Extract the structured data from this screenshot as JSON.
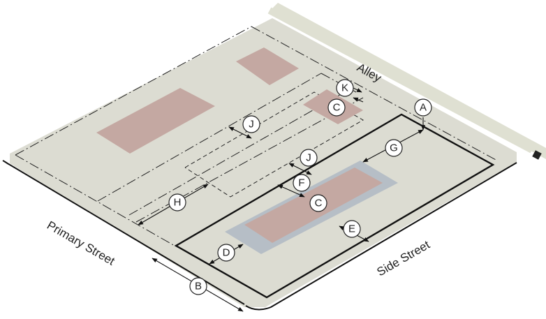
{
  "streets": {
    "alley": "Alley",
    "primary": "Primary Street",
    "side": "Side Street"
  },
  "callouts": [
    "A",
    "B",
    "C",
    "D",
    "E",
    "F",
    "G",
    "H",
    "J",
    "K"
  ],
  "colors": {
    "ground": "#dcdcd2",
    "building": "#c4a8a2",
    "pad": "#b6bec6",
    "edge": "#111111",
    "alley_strip": "#dfe0d2"
  }
}
